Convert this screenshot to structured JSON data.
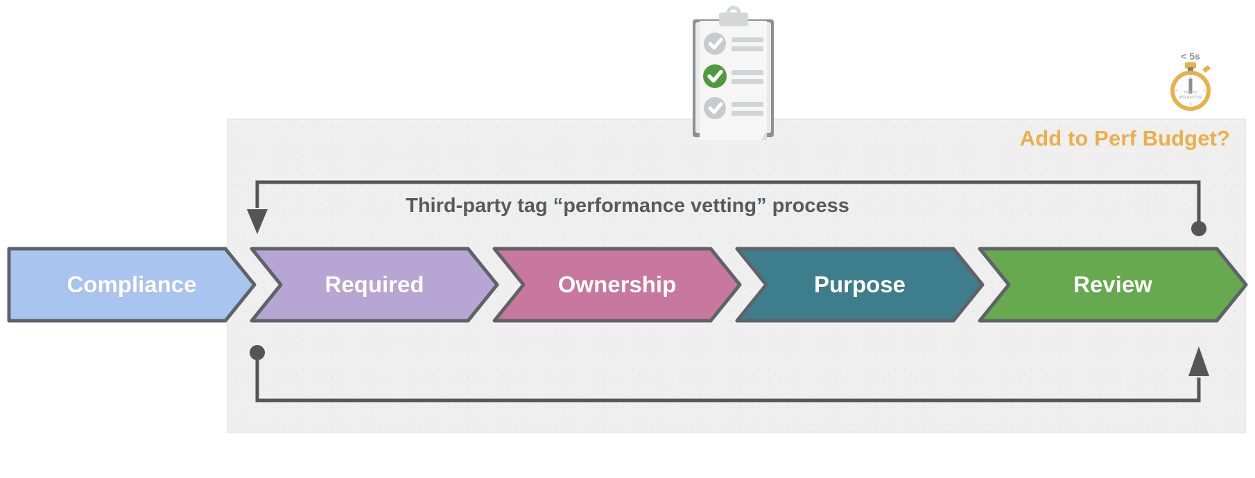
{
  "diagram": {
    "title": "Third-party tag “performance vetting” process",
    "perf_budget_label": "Add to Perf Budget?",
    "panel_background": "#efefef",
    "connector_color": "#555555",
    "accent_color": "#e9b04a"
  },
  "stages": [
    {
      "id": "compliance",
      "label": "Compliance",
      "color": "#a9c4ee",
      "border": "#5f6368"
    },
    {
      "id": "required",
      "label": "Required",
      "color": "#b7a5d4",
      "border": "#5f6368"
    },
    {
      "id": "ownership",
      "label": "Ownership",
      "color": "#c8789e",
      "border": "#5f6368"
    },
    {
      "id": "purpose",
      "label": "Purpose",
      "color": "#3e7d8c",
      "border": "#5f6368"
    },
    {
      "id": "review",
      "label": "Review",
      "color": "#66a94e",
      "border": "#5f6368"
    }
  ],
  "stopwatch": {
    "value_label": "< 5s",
    "metric_line1": "TIME TO",
    "metric_line2": "INTERACTIVE",
    "color": "#e9b04a"
  },
  "clipboard": {
    "checks": [
      {
        "state": "inactive",
        "color": "#c9cacb"
      },
      {
        "state": "active",
        "color": "#4f9a3f"
      },
      {
        "state": "inactive",
        "color": "#c9cacb"
      }
    ],
    "board_color": "#8a9096",
    "paper_color": "#f4f4f4",
    "line_color": "#d2d3d4"
  },
  "loops": {
    "top_label": "feedback-loop-top",
    "bottom_label": "feedback-loop-bottom"
  }
}
